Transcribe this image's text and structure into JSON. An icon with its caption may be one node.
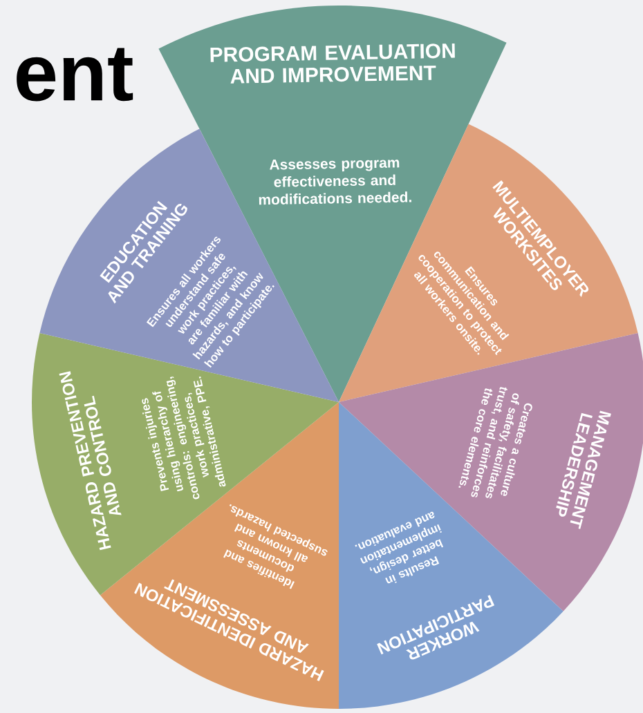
{
  "diagram": {
    "title": "ent",
    "nodes": [
      {
        "text": [
          "PROGRAM EVALUATION AND IMPROVEMENT",
          "Assesses program effectiveness and modifications needed."
        ]
      },
      {
        "text": [
          "MULTIEMPLOYER WORKSITES",
          "Ensures communication and cooperation to protect all workers onsite."
        ]
      },
      {
        "text": [
          "MANAGEMENT LEADERSHIP",
          "Creates a culture of safety, facilitates trust, and reinforces the core elements."
        ]
      },
      {
        "text": [
          "WORKER PARTICIPATION",
          "Results in better design, implementation and evaluation."
        ]
      },
      {
        "text": [
          "HAZARD IDENTIFICATION AND ASSESSMENT",
          "Identifies and documents all known and suspected hazards."
        ]
      },
      {
        "text": [
          "HAZARD PREVENTION AND CONTROL",
          "Prevents injuries using hierarchy of controls: engineering, work practices, administrative, PPE."
        ]
      },
      {
        "text": [
          "EDUCATION AND TRAINING",
          "Ensures all workers understand safe work practices, are familiar with hazards, and know how to participate."
        ]
      }
    ]
  }
}
